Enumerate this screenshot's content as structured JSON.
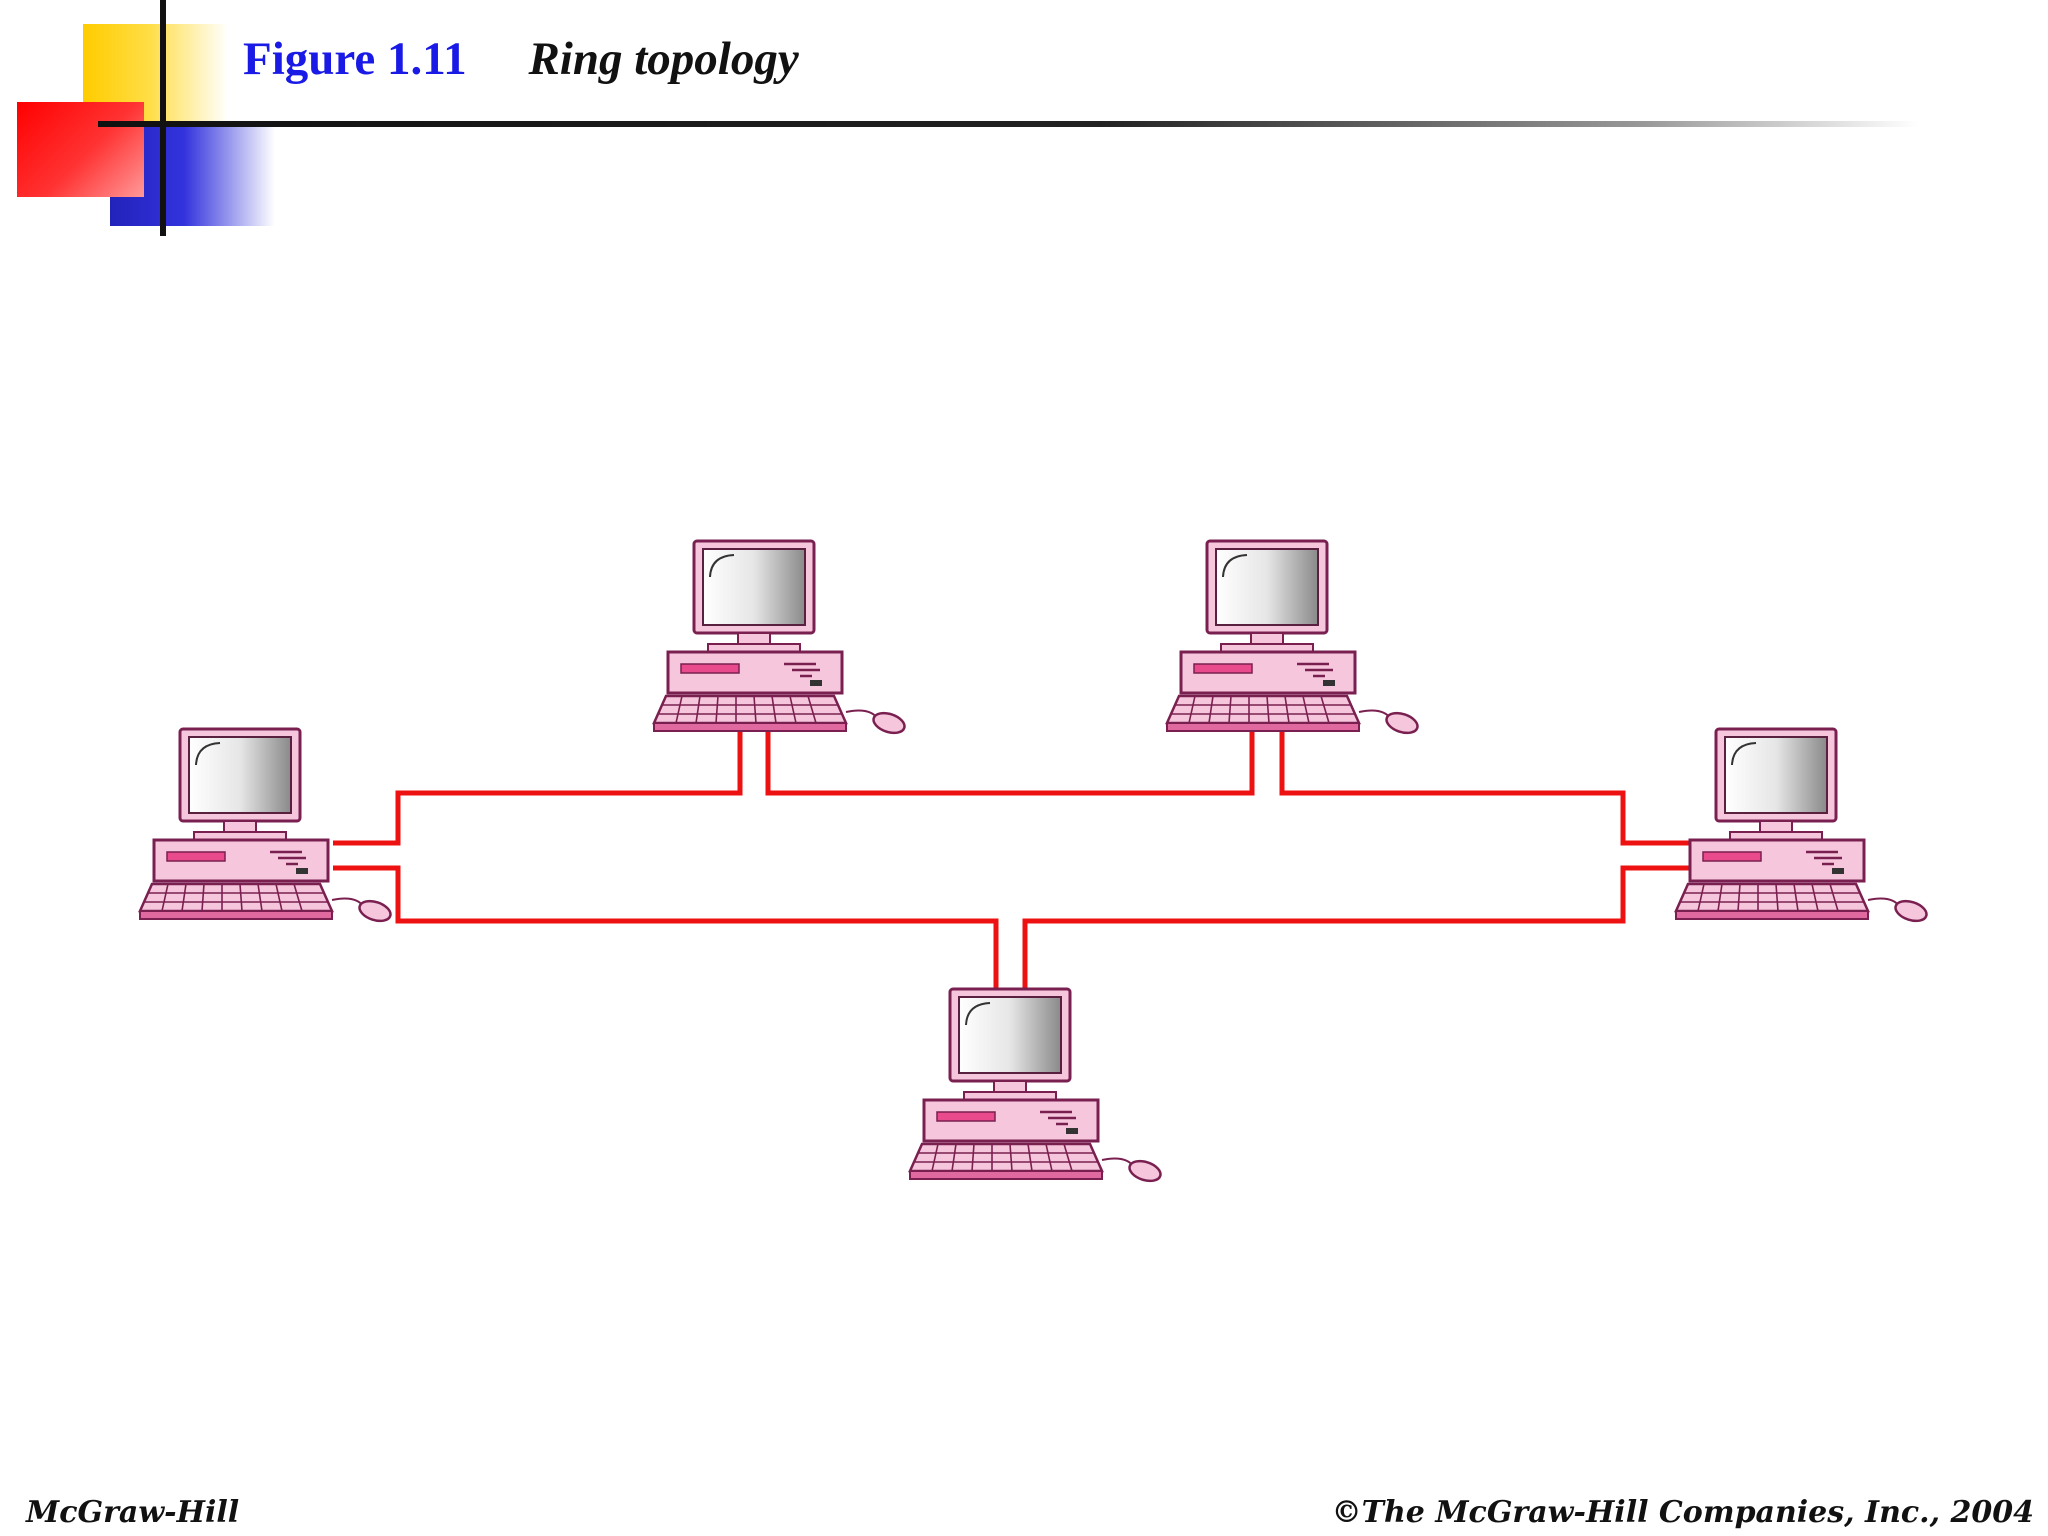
{
  "title": {
    "label": "Figure 1.11",
    "caption": "Ring topology"
  },
  "diagram": {
    "type": "ring-topology",
    "node_count": 5,
    "link_color": "#ee1111",
    "computer_colors": {
      "body": "#f6c7dc",
      "outline": "#7a2050",
      "screen": "#cfcfcf"
    }
  },
  "footer": {
    "left": "McGraw-Hill",
    "right": "©The McGraw-Hill Companies, Inc., 2004"
  }
}
